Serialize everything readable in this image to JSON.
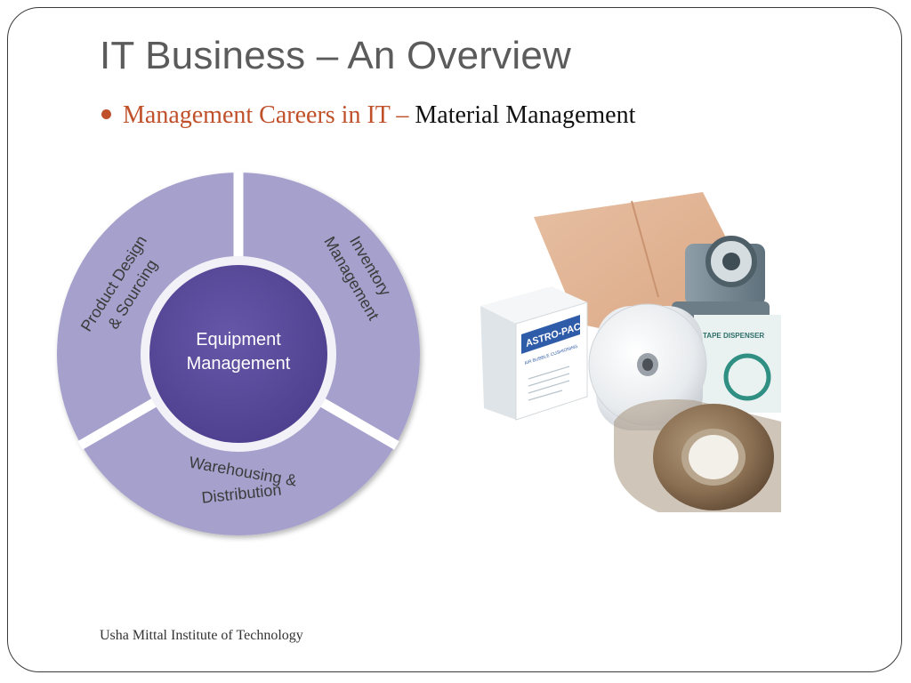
{
  "slide": {
    "title": "IT Business – An Overview",
    "bullet": {
      "lead": "Management Careers in IT – ",
      "rest": "Material Management"
    },
    "footer": "Usha Mittal Institute of Technology"
  },
  "diagram": {
    "center_label_line1": "Equipment",
    "center_label_line2": "Management",
    "segments": {
      "product_design": [
        "Product Design",
        "& Sourcing"
      ],
      "inventory": [
        "Inventory",
        "Management"
      ],
      "warehousing": [
        "Warehousing &",
        "Distribution"
      ]
    }
  },
  "photo": {
    "box_brand": "ASTRO-PACK",
    "box_subtext": "AIR BUBBLE CUSHIONING",
    "dispenser_text": "TAPE DISPENSER"
  },
  "colors": {
    "title": "#5b5b5b",
    "accent": "#c0502a",
    "ring": "#a6a0cc",
    "center": "#594a99",
    "frame": "#3a3a3a"
  }
}
